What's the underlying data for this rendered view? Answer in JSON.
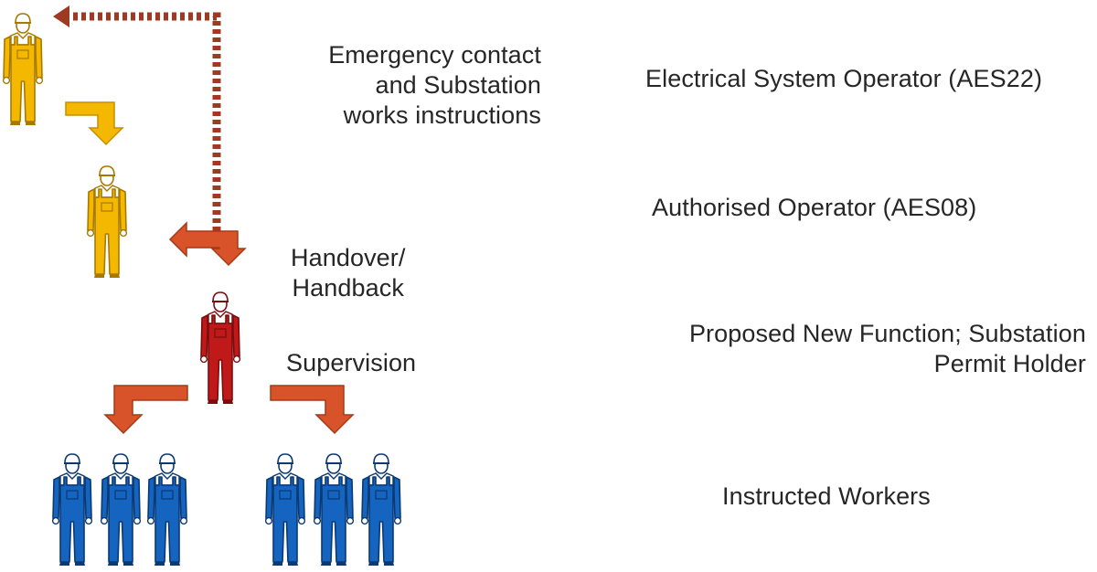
{
  "annotations": {
    "emergency": [
      "Emergency contact",
      "and Substation",
      "works instructions"
    ],
    "handover": [
      "Handover/",
      "Handback"
    ],
    "supervision": "Supervision"
  },
  "roles": {
    "eso": "Electrical System Operator (AES22)",
    "ao": "Authorised Operator (AES08)",
    "permit": [
      "Proposed New Function; Substation",
      "Permit Holder"
    ],
    "workers": "Instructed Workers"
  },
  "colors": {
    "yellow_worker": "#F5B800",
    "yellow_outline": "#A87900",
    "red_worker": "#C0191A",
    "red_outline": "#7A0E0E",
    "blue_worker": "#1565C0",
    "blue_outline": "#0B3A73",
    "arrow_orange": "#D9532A",
    "arrow_orange_edge": "#A53A16",
    "arrow_yellow": "#F5B800",
    "dashed_arrow": "#9E3A22",
    "text": "#262626"
  },
  "icons": [
    "worker-icon",
    "curved-arrow-icon",
    "dashed-arrow-icon"
  ]
}
